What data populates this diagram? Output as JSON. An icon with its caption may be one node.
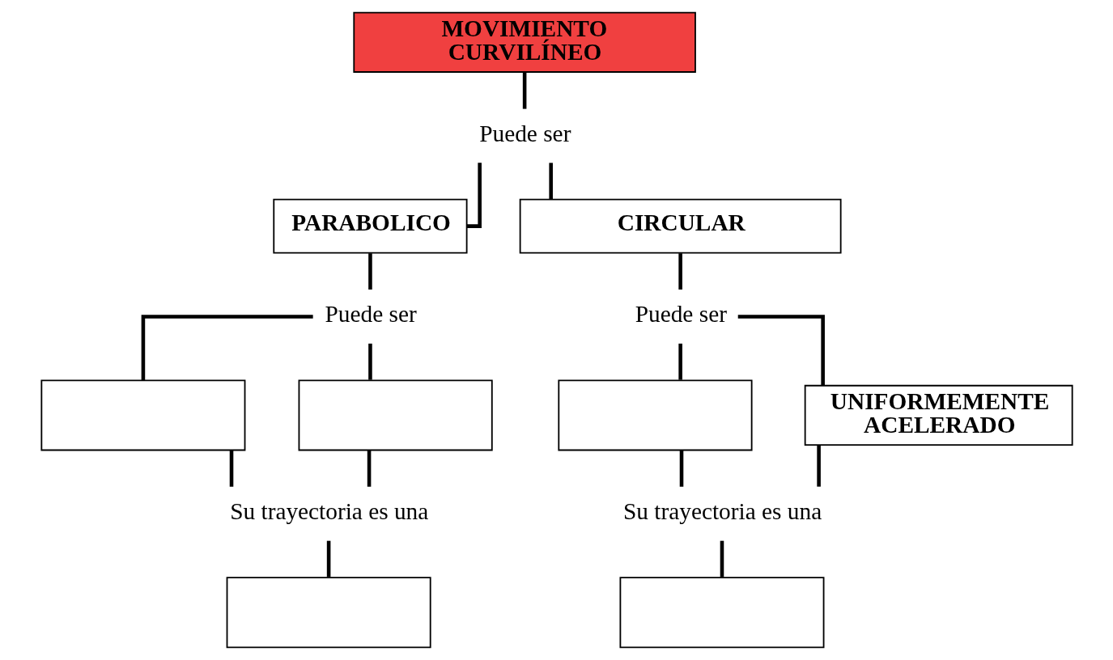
{
  "diagram": {
    "nodes": [
      {
        "text": [
          "MOVIMIENTO CURVILÍNEO"
        ]
      },
      {
        "text": [
          "Puede ser"
        ]
      },
      {
        "text": [
          "PARABOLICO"
        ]
      },
      {
        "text": [
          "CIRCULAR"
        ]
      },
      {
        "text": [
          "Puede ser"
        ]
      },
      {
        "text": [
          "Puede ser"
        ]
      },
      {
        "text": [],
        "shape": "box"
      },
      {
        "text": [],
        "shape": "box"
      },
      {
        "text": [],
        "shape": "box"
      },
      {
        "text": [
          "UNIFORMEMENTE ACELERADO"
        ]
      },
      {
        "text": [
          "Su trayectoria es una"
        ]
      },
      {
        "text": [
          "Su trayectoria es una"
        ]
      },
      {
        "text": [],
        "shape": "box"
      },
      {
        "text": [],
        "shape": "box"
      }
    ],
    "edges": [
      {
        "from": 0,
        "to": 1,
        "arrow": "none"
      },
      {
        "from": 1,
        "to": 2,
        "arrow": "none"
      },
      {
        "from": 1,
        "to": 3,
        "arrow": "none"
      },
      {
        "from": 2,
        "to": 4,
        "arrow": "none"
      },
      {
        "from": 3,
        "to": 5,
        "arrow": "none"
      },
      {
        "from": 4,
        "to": 6,
        "arrow": "none"
      },
      {
        "from": 4,
        "to": 7,
        "arrow": "none"
      },
      {
        "from": 5,
        "to": 8,
        "arrow": "none"
      },
      {
        "from": 5,
        "to": 9,
        "arrow": "none"
      },
      {
        "from": 6,
        "to": 10,
        "arrow": "none"
      },
      {
        "from": 7,
        "to": 10,
        "arrow": "none"
      },
      {
        "from": 8,
        "to": 11,
        "arrow": "none"
      },
      {
        "from": 9,
        "to": 11,
        "arrow": "none"
      },
      {
        "from": 10,
        "to": 12,
        "arrow": "none"
      },
      {
        "from": 11,
        "to": 13,
        "arrow": "none"
      }
    ]
  }
}
